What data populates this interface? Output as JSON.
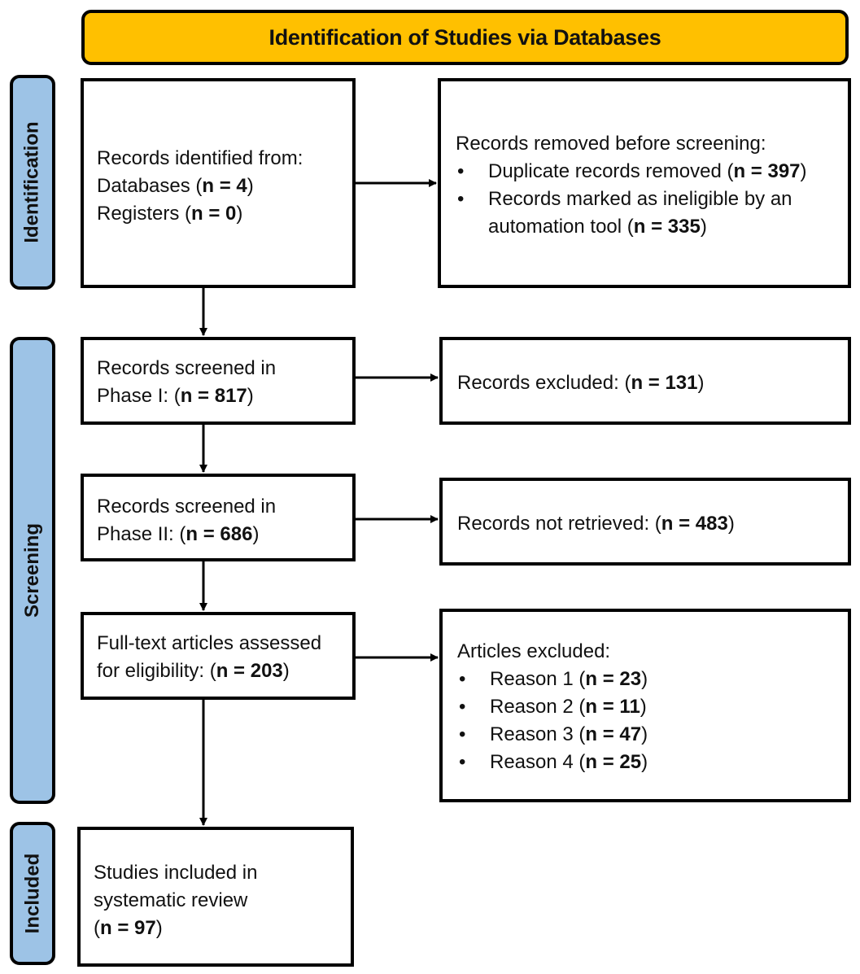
{
  "header": {
    "title": "Identification of Studies via Databases"
  },
  "phases": {
    "identification": "Identification",
    "screening": "Screening",
    "included": "Included"
  },
  "identified": {
    "line1": "Records identified from:",
    "databases_label": "Databases (",
    "databases_n": "n = 4",
    "registers_label": "Registers (",
    "registers_n": "n = 0",
    "close": ")"
  },
  "removed": {
    "title": "Records removed before screening:",
    "duplicates_label": "Duplicate records removed (",
    "duplicates_n": "n = 397",
    "ineligible_label_1": "Records marked as ineligible by an",
    "ineligible_label_2": "automation tool (",
    "ineligible_n": "n = 335",
    "close": ")"
  },
  "screened1": {
    "line1": "Records screened in",
    "line2_label": "Phase I: (",
    "n": "n = 817",
    "close": ")"
  },
  "excluded1": {
    "label": "Records excluded: (",
    "n": "n = 131",
    "close": ")"
  },
  "screened2": {
    "line1": "Records screened in",
    "line2_label": "Phase II: (",
    "n": "n = 686",
    "close": ")"
  },
  "not_retrieved": {
    "label": "Records not retrieved: (",
    "n": "n = 483",
    "close": ")"
  },
  "fulltext": {
    "line1": "Full-text articles assessed",
    "line2_label": "for eligibility: (",
    "n": "n = 203",
    "close": ")"
  },
  "articles_excluded": {
    "title": "Articles excluded:",
    "reasons": [
      {
        "label": "Reason 1 (",
        "n": "n = 23",
        "close": ")"
      },
      {
        "label": "Reason 2 (",
        "n": "n = 11",
        "close": ")"
      },
      {
        "label": "Reason 3 (",
        "n": "n = 47",
        "close": ")"
      },
      {
        "label": "Reason 4 (",
        "n": "n = 25",
        "close": ")"
      }
    ]
  },
  "included": {
    "line1": "Studies included in",
    "line2": "systematic review",
    "open": "(",
    "n": "n = 97",
    "close": ")"
  }
}
